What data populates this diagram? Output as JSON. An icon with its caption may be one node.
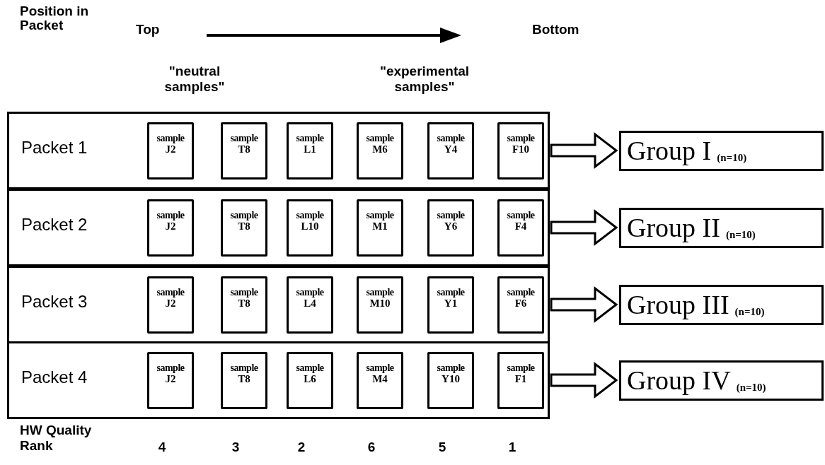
{
  "diagram": {
    "nodes": [
      {
        "text": [
          "Packet 1"
        ]
      },
      {
        "text": [
          "sample",
          "J2"
        ],
        "in": 0
      },
      {
        "text": [
          "sample",
          "T8"
        ],
        "in": 0
      },
      {
        "text": [
          "sample",
          "L1"
        ],
        "in": 0
      },
      {
        "text": [
          "sample",
          "M6"
        ],
        "in": 0
      },
      {
        "text": [
          "sample",
          "Y4"
        ],
        "in": 0
      },
      {
        "text": [
          "sample",
          "F10"
        ],
        "in": 0
      },
      {
        "text": [
          "Group I",
          "(n=10)"
        ]
      },
      {
        "text": [
          "Packet 2"
        ]
      },
      {
        "text": [
          "sample",
          "J2"
        ],
        "in": 8
      },
      {
        "text": [
          "sample",
          "T8"
        ],
        "in": 8
      },
      {
        "text": [
          "sample",
          "L10"
        ],
        "in": 8
      },
      {
        "text": [
          "sample",
          "M1"
        ],
        "in": 8
      },
      {
        "text": [
          "sample",
          "Y6"
        ],
        "in": 8
      },
      {
        "text": [
          "sample",
          "F4"
        ],
        "in": 8
      },
      {
        "text": [
          "Group II",
          "(n=10)"
        ]
      },
      {
        "text": [
          "Packet 3"
        ]
      },
      {
        "text": [
          "sample",
          "J2"
        ],
        "in": 16
      },
      {
        "text": [
          "sample",
          "T8"
        ],
        "in": 16
      },
      {
        "text": [
          "sample",
          "L4"
        ],
        "in": 16
      },
      {
        "text": [
          "sample",
          "M10"
        ],
        "in": 16
      },
      {
        "text": [
          "sample",
          "Y1"
        ],
        "in": 16
      },
      {
        "text": [
          "sample",
          "F6"
        ],
        "in": 16
      },
      {
        "text": [
          "Group III",
          "(n=10)"
        ]
      },
      {
        "text": [
          "Packet 4"
        ]
      },
      {
        "text": [
          "sample",
          "J2"
        ],
        "in": 24
      },
      {
        "text": [
          "sample",
          "T8"
        ],
        "in": 24
      },
      {
        "text": [
          "sample",
          "L6"
        ],
        "in": 24
      },
      {
        "text": [
          "sample",
          "M4"
        ],
        "in": 24
      },
      {
        "text": [
          "sample",
          "Y10"
        ],
        "in": 24
      },
      {
        "text": [
          "sample",
          "F1"
        ],
        "in": 24
      },
      {
        "text": [
          "Group IV",
          "(n=10)"
        ]
      }
    ],
    "edges": [
      {
        "from": 0,
        "to": 7,
        "arrow": "to"
      },
      {
        "from": 8,
        "to": 15,
        "arrow": "to"
      },
      {
        "from": 16,
        "to": 23,
        "arrow": "to"
      },
      {
        "from": 24,
        "to": 31,
        "arrow": "to"
      }
    ],
    "labels": [
      "Position in Packet",
      "Top",
      "Bottom",
      "\"neutral samples\"",
      "\"experimental samples\"",
      "HW Quality Rank",
      "4",
      "3",
      "2",
      "6",
      "5",
      "1"
    ]
  }
}
